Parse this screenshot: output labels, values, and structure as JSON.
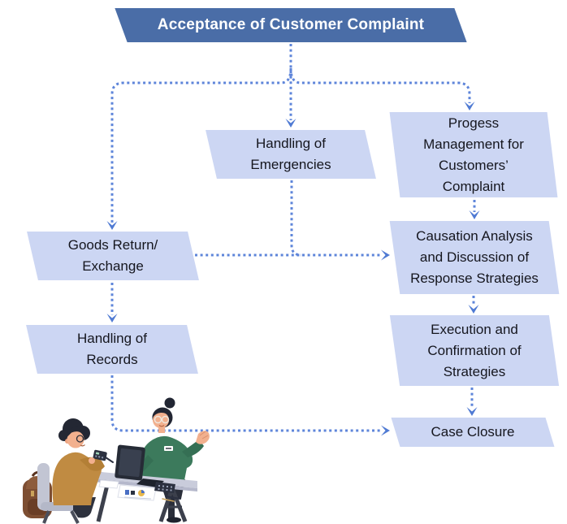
{
  "diagram": {
    "banner": {
      "label": "Acceptance of Customer Complaint"
    },
    "nodes": [
      {
        "id": "handling-of-emergencies",
        "label": "Handling of\nEmergencies"
      },
      {
        "id": "progress-management",
        "label": "Progess\nManagement for\nCustomers’\nComplaint"
      },
      {
        "id": "goods-return-exchange",
        "label": "Goods Return/\nExchange"
      },
      {
        "id": "causation-analysis",
        "label": "Causation Analysis\nand Discussion of\nResponse Strategies"
      },
      {
        "id": "handling-of-records",
        "label": "Handling of\nRecords"
      },
      {
        "id": "execution-confirmation",
        "label": "Execution and\nConfirmation of\nStrategies"
      },
      {
        "id": "case-closure",
        "label": "Case Closure"
      }
    ],
    "colors": {
      "banner_bg": "#4a6da7",
      "banner_text": "#ffffff",
      "node_bg": "#ccd6f3",
      "node_text": "#15161e",
      "connector": "#5e85da",
      "arrowhead": "#4f7ad3"
    },
    "illustration": {
      "name": "customer-service-consultation-illustration"
    }
  }
}
